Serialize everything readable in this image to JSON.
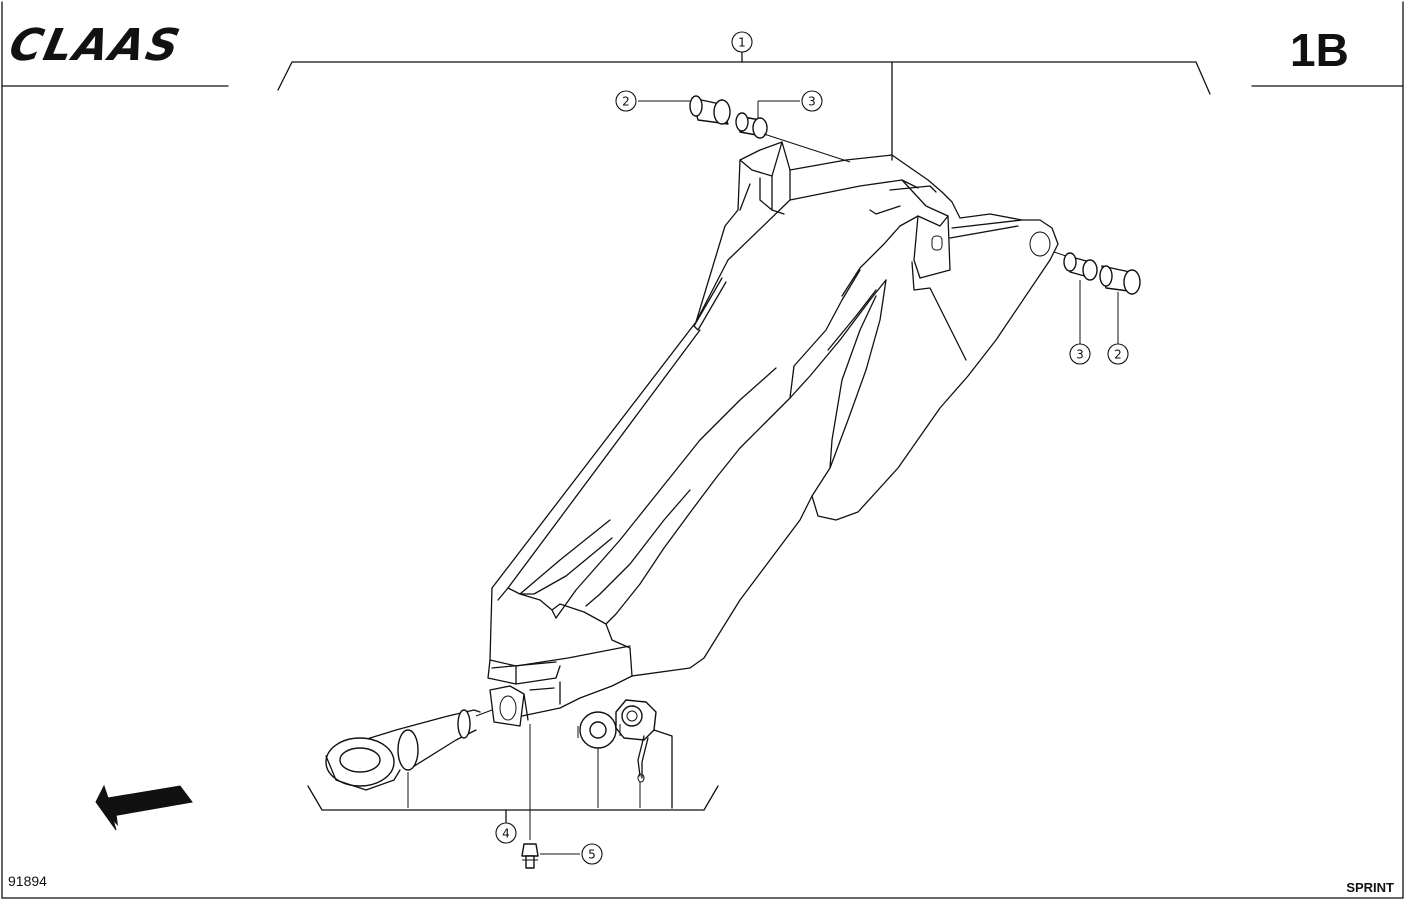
{
  "brand": {
    "logo_text": "CLAAS"
  },
  "header": {
    "section_code": "1B"
  },
  "footer": {
    "drawing_number": "91894",
    "model_name": "SPRINT"
  },
  "callouts": [
    {
      "id": "c1",
      "label": "1"
    },
    {
      "id": "c2a",
      "label": "2"
    },
    {
      "id": "c3a",
      "label": "3"
    },
    {
      "id": "c3b",
      "label": "3"
    },
    {
      "id": "c2b",
      "label": "2"
    },
    {
      "id": "c4",
      "label": "4"
    },
    {
      "id": "c5",
      "label": "5"
    }
  ],
  "icons": {
    "direction_arrow": "direction-arrow-icon"
  }
}
